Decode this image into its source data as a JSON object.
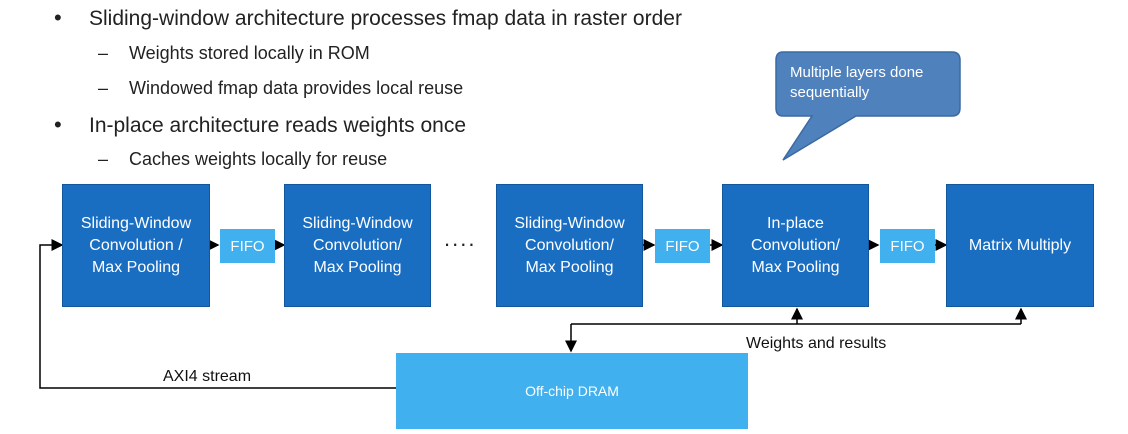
{
  "bullets": [
    {
      "text": "Sliding-window architecture processes fmap data in raster order",
      "subs": [
        "Weights stored locally in ROM",
        "Windowed fmap data provides local reuse"
      ]
    },
    {
      "text": "In-place architecture reads weights once",
      "subs": [
        "Caches weights locally for reuse"
      ]
    }
  ],
  "bullet_symbol": "•",
  "sub_symbol": "–",
  "callout": "Multiple layers done\nsequentially",
  "blocks": {
    "sw1": "Sliding-Window\nConvolution /\nMax Pooling",
    "sw2": "Sliding-Window\nConvolution/\nMax Pooling",
    "sw3": "Sliding-Window\nConvolution/\nMax Pooling",
    "inplace": "In-place\nConvolution/\nMax Pooling",
    "matmul": "Matrix Multiply"
  },
  "fifo_label": "FIFO",
  "ellipsis": "....",
  "dram": "Off-chip DRAM",
  "axi_label": "AXI4 stream",
  "weights_label": "Weights and results",
  "colors": {
    "block": "#1a6ec2",
    "fifo": "#41b0ee",
    "callout": "#4f81bd"
  }
}
